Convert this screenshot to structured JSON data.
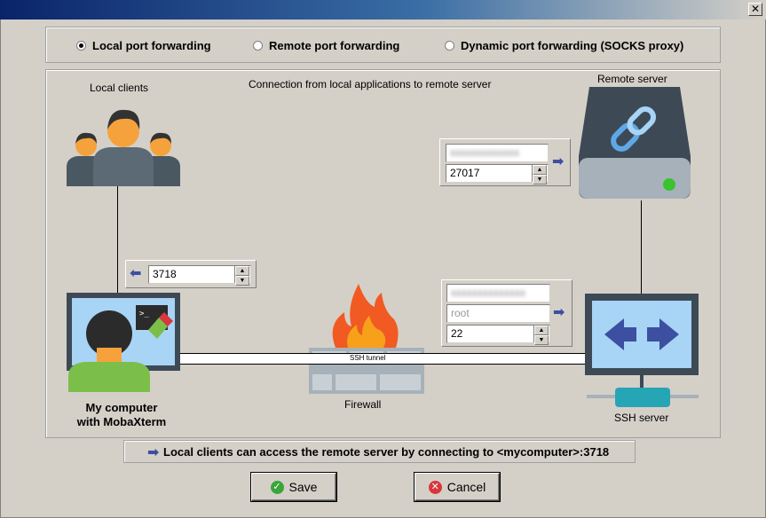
{
  "modes": {
    "local": "Local port forwarding",
    "remote": "Remote port forwarding",
    "dynamic": "Dynamic port forwarding (SOCKS proxy)",
    "selected": "local"
  },
  "diagram": {
    "heading": "Connection from local applications to remote server",
    "local_clients_label": "Local clients",
    "remote_server_label": "Remote server",
    "my_computer_label_line1": "My computer",
    "my_computer_label_line2": "with MobaXterm",
    "firewall_label": "Firewall",
    "ssh_server_label": "SSH server",
    "tunnel_label": "SSH tunnel"
  },
  "fields": {
    "remote_host": "xxxxxxxxxxxxx",
    "remote_port": "27017",
    "forwarded_port": "3718",
    "ssh_server_host": "xxxxxxxxxxxxxx",
    "ssh_login_placeholder": "root",
    "ssh_port": "22"
  },
  "info": {
    "message": "Local clients can access the remote server by connecting to <mycomputer>:3718"
  },
  "buttons": {
    "save": "Save",
    "cancel": "Cancel"
  },
  "colors": {
    "accent_arrow": "#3c4fa0",
    "save_icon": "#3aa53a",
    "cancel_icon": "#d9363e",
    "server_body": "#3d4a56",
    "screen_blue": "#a8d4f5",
    "person_orange": "#f5a23c",
    "green_shirt": "#7cbe4a",
    "fire_orange": "#f15a22"
  }
}
